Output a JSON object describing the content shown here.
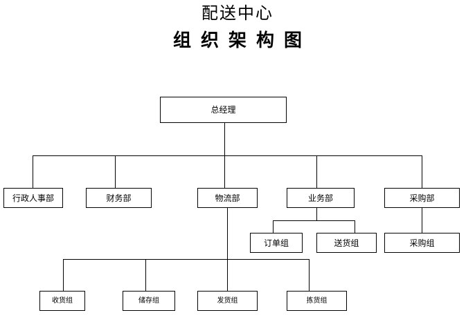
{
  "title": {
    "line1": "配送中心",
    "line2": "组织架构图"
  },
  "chart": {
    "root": "总经理",
    "departments": [
      "行政人事部",
      "财务部",
      "物流部",
      "业务部",
      "采购部"
    ],
    "business_groups": [
      "订单组",
      "送货组"
    ],
    "purchase_groups": [
      "采购组"
    ],
    "logistics_groups": [
      "收货组",
      "储存组",
      "发货组",
      "拣货组"
    ]
  },
  "style": {
    "line_color": "#000000",
    "box_border": "#000000",
    "background": "#ffffff"
  }
}
